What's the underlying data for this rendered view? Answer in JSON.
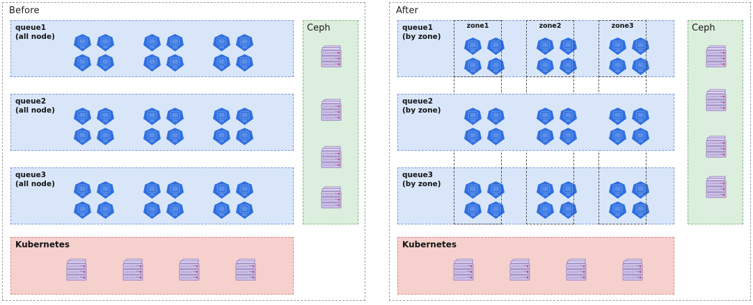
{
  "diagram": {
    "title_before": "Before",
    "title_after": "After",
    "colors": {
      "queue_fill": "#d9e6fa",
      "queue_border": "#7799dd",
      "ceph_fill": "#dceedd",
      "ceph_border": "#77bb77",
      "k8s_fill": "#f6d0cd",
      "k8s_border": "#dd8a84",
      "pod_blue": "#2f6fe0",
      "pod_blue_light": "#5b8fe8",
      "server_fill": "#cfc4e6",
      "server_border": "#9b86c4",
      "server_accent": "#c2507e",
      "panel_border": "#9a9a9a",
      "zone_border": "#4b4b4b"
    }
  },
  "before": {
    "panel_title": "Before",
    "queues": [
      {
        "name": "queue1",
        "scope": "(all node)",
        "pod_groups": 3,
        "pods_per_group": 4
      },
      {
        "name": "queue2",
        "scope": "(all node)",
        "pod_groups": 3,
        "pods_per_group": 4
      },
      {
        "name": "queue3",
        "scope": "(all node)",
        "pod_groups": 3,
        "pods_per_group": 4
      }
    ],
    "ceph": {
      "label": "Ceph",
      "server_count": 4
    },
    "kubernetes": {
      "label": "Kubernetes",
      "server_count": 4
    }
  },
  "after": {
    "panel_title": "After",
    "zones": [
      {
        "label": "zone1"
      },
      {
        "label": "zone2"
      },
      {
        "label": "zone3"
      }
    ],
    "queues": [
      {
        "name": "queue1",
        "scope": "(by zone)",
        "pod_groups": 3,
        "pods_per_group": 4
      },
      {
        "name": "queue2",
        "scope": "(by zone)",
        "pod_groups": 3,
        "pods_per_group": 4
      },
      {
        "name": "queue3",
        "scope": "(by zone)",
        "pod_groups": 3,
        "pods_per_group": 4
      }
    ],
    "ceph": {
      "label": "Ceph",
      "server_count": 4
    },
    "kubernetes": {
      "label": "Kubernetes",
      "server_count": 4
    }
  },
  "icons": {
    "pod": "kubernetes-pod-icon",
    "server": "server-rack-icon"
  }
}
